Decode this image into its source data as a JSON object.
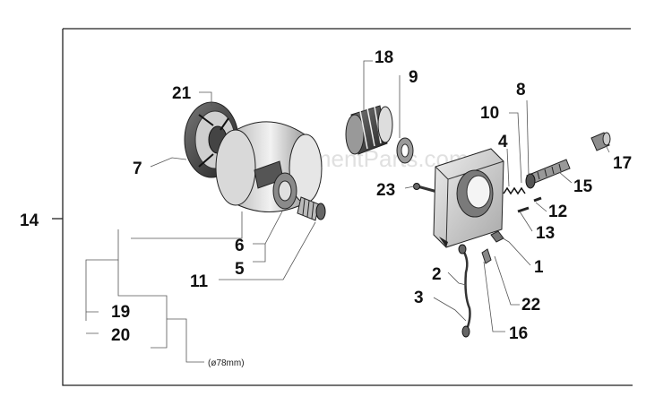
{
  "diagram": {
    "group_label": "14",
    "size_note": "(ø78mm)",
    "watermark": "eReplacementParts.com",
    "labels": {
      "p1": "1",
      "p2": "2",
      "p3": "3",
      "p4": "4",
      "p5": "5",
      "p6": "6",
      "p7": "7",
      "p8": "8",
      "p9": "9",
      "p10": "10",
      "p11": "11",
      "p12": "12",
      "p13": "13",
      "p15": "15",
      "p16": "16",
      "p17": "17",
      "p18": "18",
      "p19": "19",
      "p20": "20",
      "p21": "21",
      "p22": "22",
      "p23": "23"
    }
  }
}
